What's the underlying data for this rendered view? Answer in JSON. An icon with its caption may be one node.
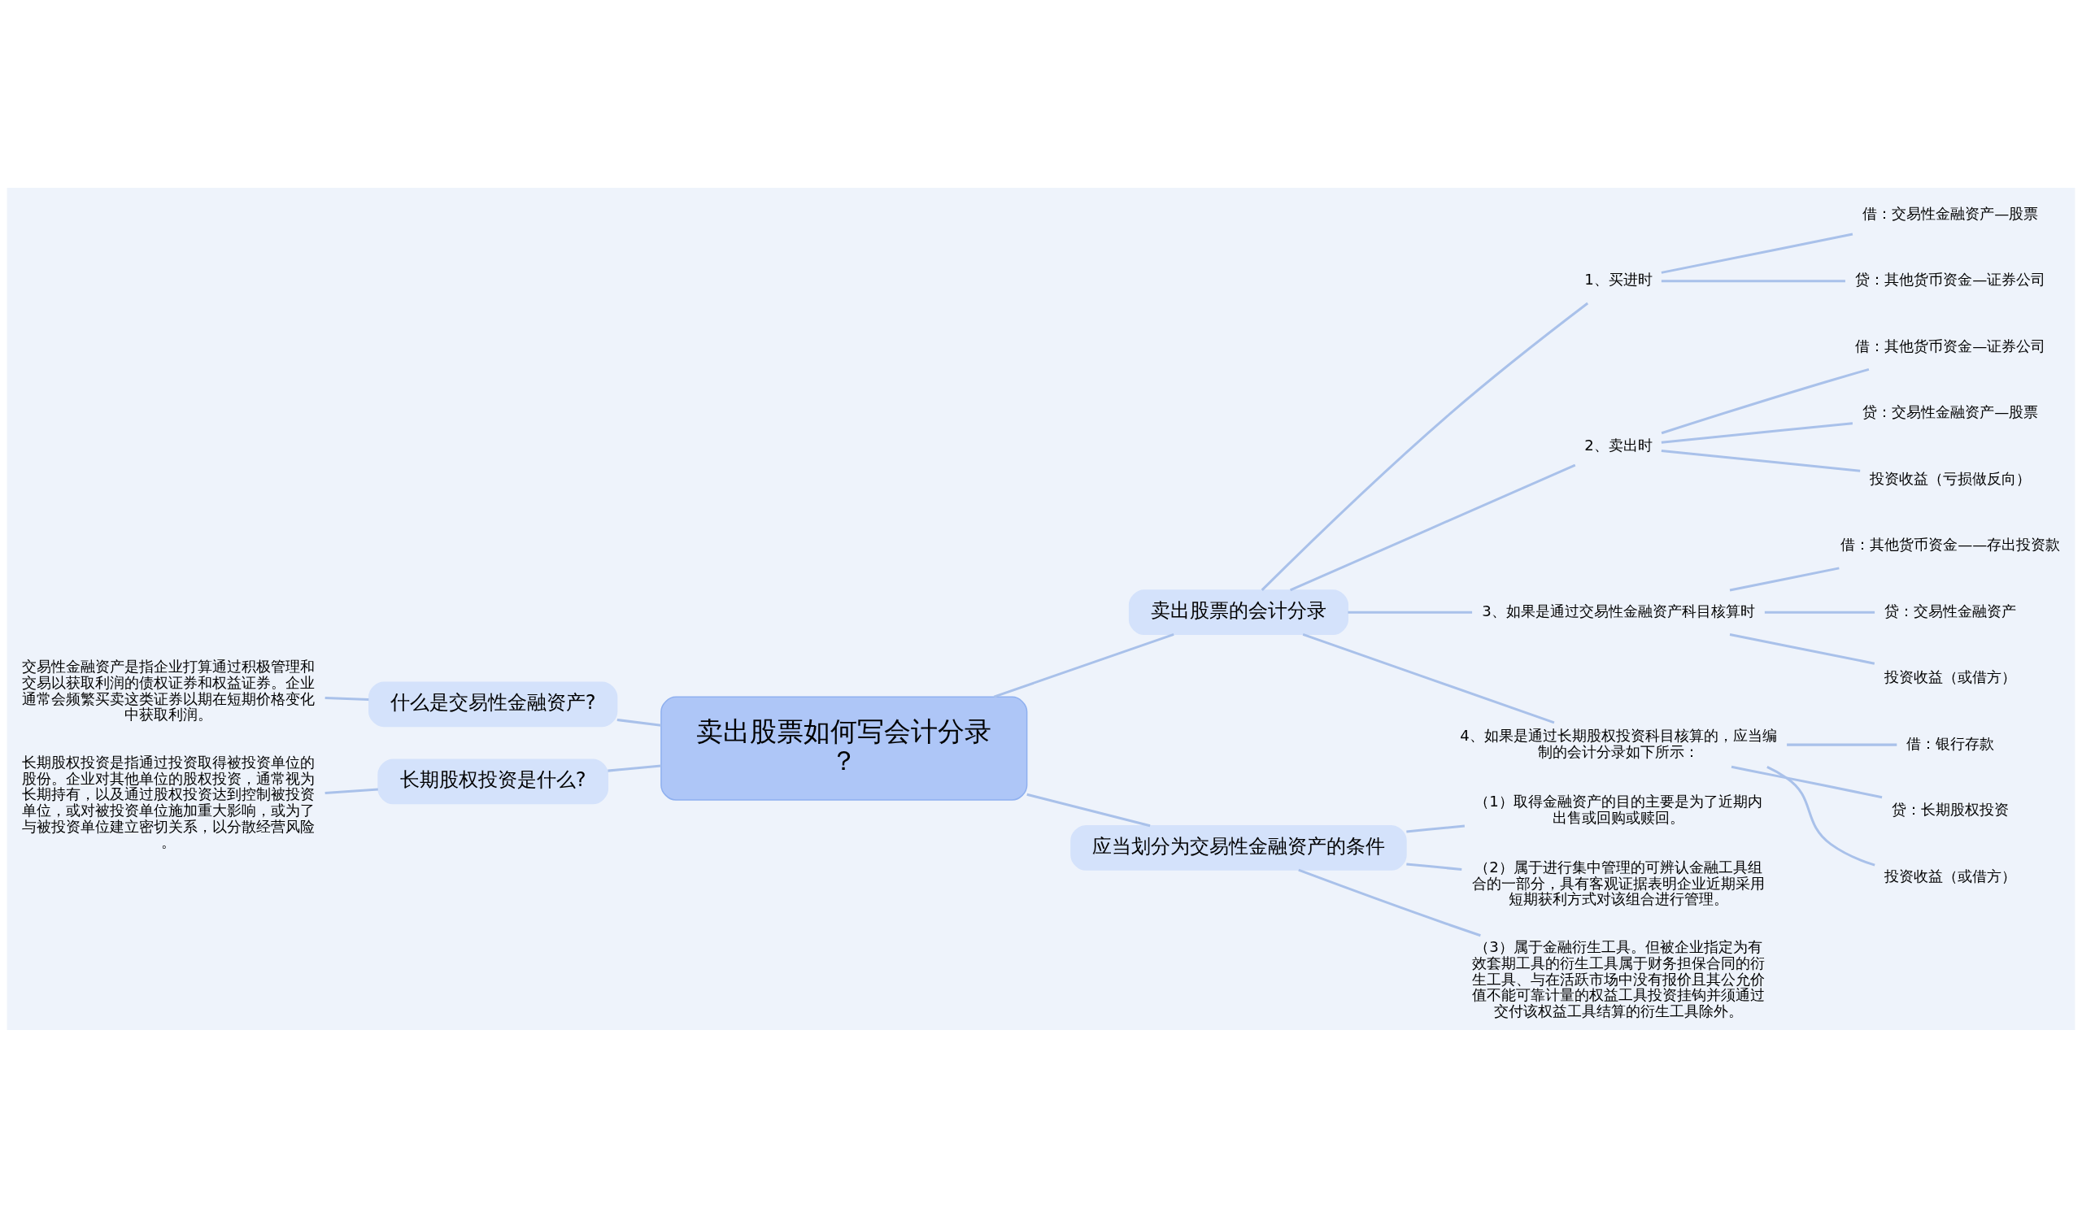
{
  "diagram": {
    "nodes": [
      {
        "text": [
          "卖出股票如何写会计分录？"
        ]
      },
      {
        "text": [
          "什么是交易性金融资产?"
        ]
      },
      {
        "text": [
          "交易性金融资产是指企业打算通过积极管理和交易以获取利润的债权证券和权益证券。企业通常会频繁买卖这类证券以期在短期价格变化中获取利润。"
        ]
      },
      {
        "text": [
          "长期股权投资是什么?"
        ]
      },
      {
        "text": [
          "长期股权投资是指通过投资取得被投资单位的股份。企业对其他单位的股权投资，通常视为长期持有，以及通过股权投资达到控制被投资单位，或对被投资单位施加重大影响，或为了与被投资单位建立密切关系，以分散经营风险。"
        ]
      },
      {
        "text": [
          "卖出股票的会计分录"
        ]
      },
      {
        "text": [
          "1、买进时"
        ]
      },
      {
        "text": [
          "借：交易性金融资产—股票"
        ]
      },
      {
        "text": [
          "贷：其他货币资金—证券公司"
        ]
      },
      {
        "text": [
          "2、卖出时"
        ]
      },
      {
        "text": [
          "借：其他货币资金—证券公司"
        ]
      },
      {
        "text": [
          "贷：交易性金融资产—股票"
        ]
      },
      {
        "text": [
          "投资收益（亏损做反向）"
        ]
      },
      {
        "text": [
          "3、如果是通过交易性金融资产科目核算时"
        ]
      },
      {
        "text": [
          "借：其他货币资金——存出投资款"
        ]
      },
      {
        "text": [
          "贷：交易性金融资产"
        ]
      },
      {
        "text": [
          "投资收益（或借方）"
        ]
      },
      {
        "text": [
          "4、如果是通过长期股权投资科目核算的，应当编制的会计分录如下所示："
        ]
      },
      {
        "text": [
          "借：银行存款"
        ]
      },
      {
        "text": [
          "贷：长期股权投资"
        ]
      },
      {
        "text": [
          "投资收益（或借方）"
        ]
      },
      {
        "text": [
          "应当划分为交易性金融资产的条件"
        ]
      },
      {
        "text": [
          "（1）取得金融资产的目的主要是为了近期内出售或回购或赎回。"
        ]
      },
      {
        "text": [
          "（2）属于进行集中管理的可辨认金融工具组合的一部分，具有客观证据表明企业近期采用短期获利方式对该组合进行管理。"
        ]
      },
      {
        "text": [
          "（3）属于金融衍生工具。但被企业指定为有效套期工具的衍生工具属于财务担保合同的衍生工具、与在活跃市场中没有报价且其公允价值不能可靠计量的权益工具投资挂钩并须通过交付该权益工具结算的衍生工具除外。"
        ]
      }
    ],
    "edges": [
      {
        "from": 0,
        "to": 1,
        "arrow": "none"
      },
      {
        "from": 1,
        "to": 2,
        "arrow": "none"
      },
      {
        "from": 0,
        "to": 3,
        "arrow": "none"
      },
      {
        "from": 3,
        "to": 4,
        "arrow": "none"
      },
      {
        "from": 0,
        "to": 5,
        "arrow": "none"
      },
      {
        "from": 5,
        "to": 6,
        "arrow": "none"
      },
      {
        "from": 6,
        "to": 7,
        "arrow": "none"
      },
      {
        "from": 6,
        "to": 8,
        "arrow": "none"
      },
      {
        "from": 5,
        "to": 9,
        "arrow": "none"
      },
      {
        "from": 9,
        "to": 10,
        "arrow": "none"
      },
      {
        "from": 9,
        "to": 11,
        "arrow": "none"
      },
      {
        "from": 9,
        "to": 12,
        "arrow": "none"
      },
      {
        "from": 5,
        "to": 13,
        "arrow": "none"
      },
      {
        "from": 13,
        "to": 14,
        "arrow": "none"
      },
      {
        "from": 13,
        "to": 15,
        "arrow": "none"
      },
      {
        "from": 13,
        "to": 16,
        "arrow": "none"
      },
      {
        "from": 5,
        "to": 17,
        "arrow": "none"
      },
      {
        "from": 17,
        "to": 18,
        "arrow": "none"
      },
      {
        "from": 17,
        "to": 19,
        "arrow": "none"
      },
      {
        "from": 17,
        "to": 20,
        "arrow": "none"
      },
      {
        "from": 0,
        "to": 21,
        "arrow": "none"
      },
      {
        "from": 21,
        "to": 22,
        "arrow": "none"
      },
      {
        "from": 21,
        "to": 23,
        "arrow": "none"
      },
      {
        "from": 21,
        "to": 24,
        "arrow": "none"
      }
    ]
  }
}
